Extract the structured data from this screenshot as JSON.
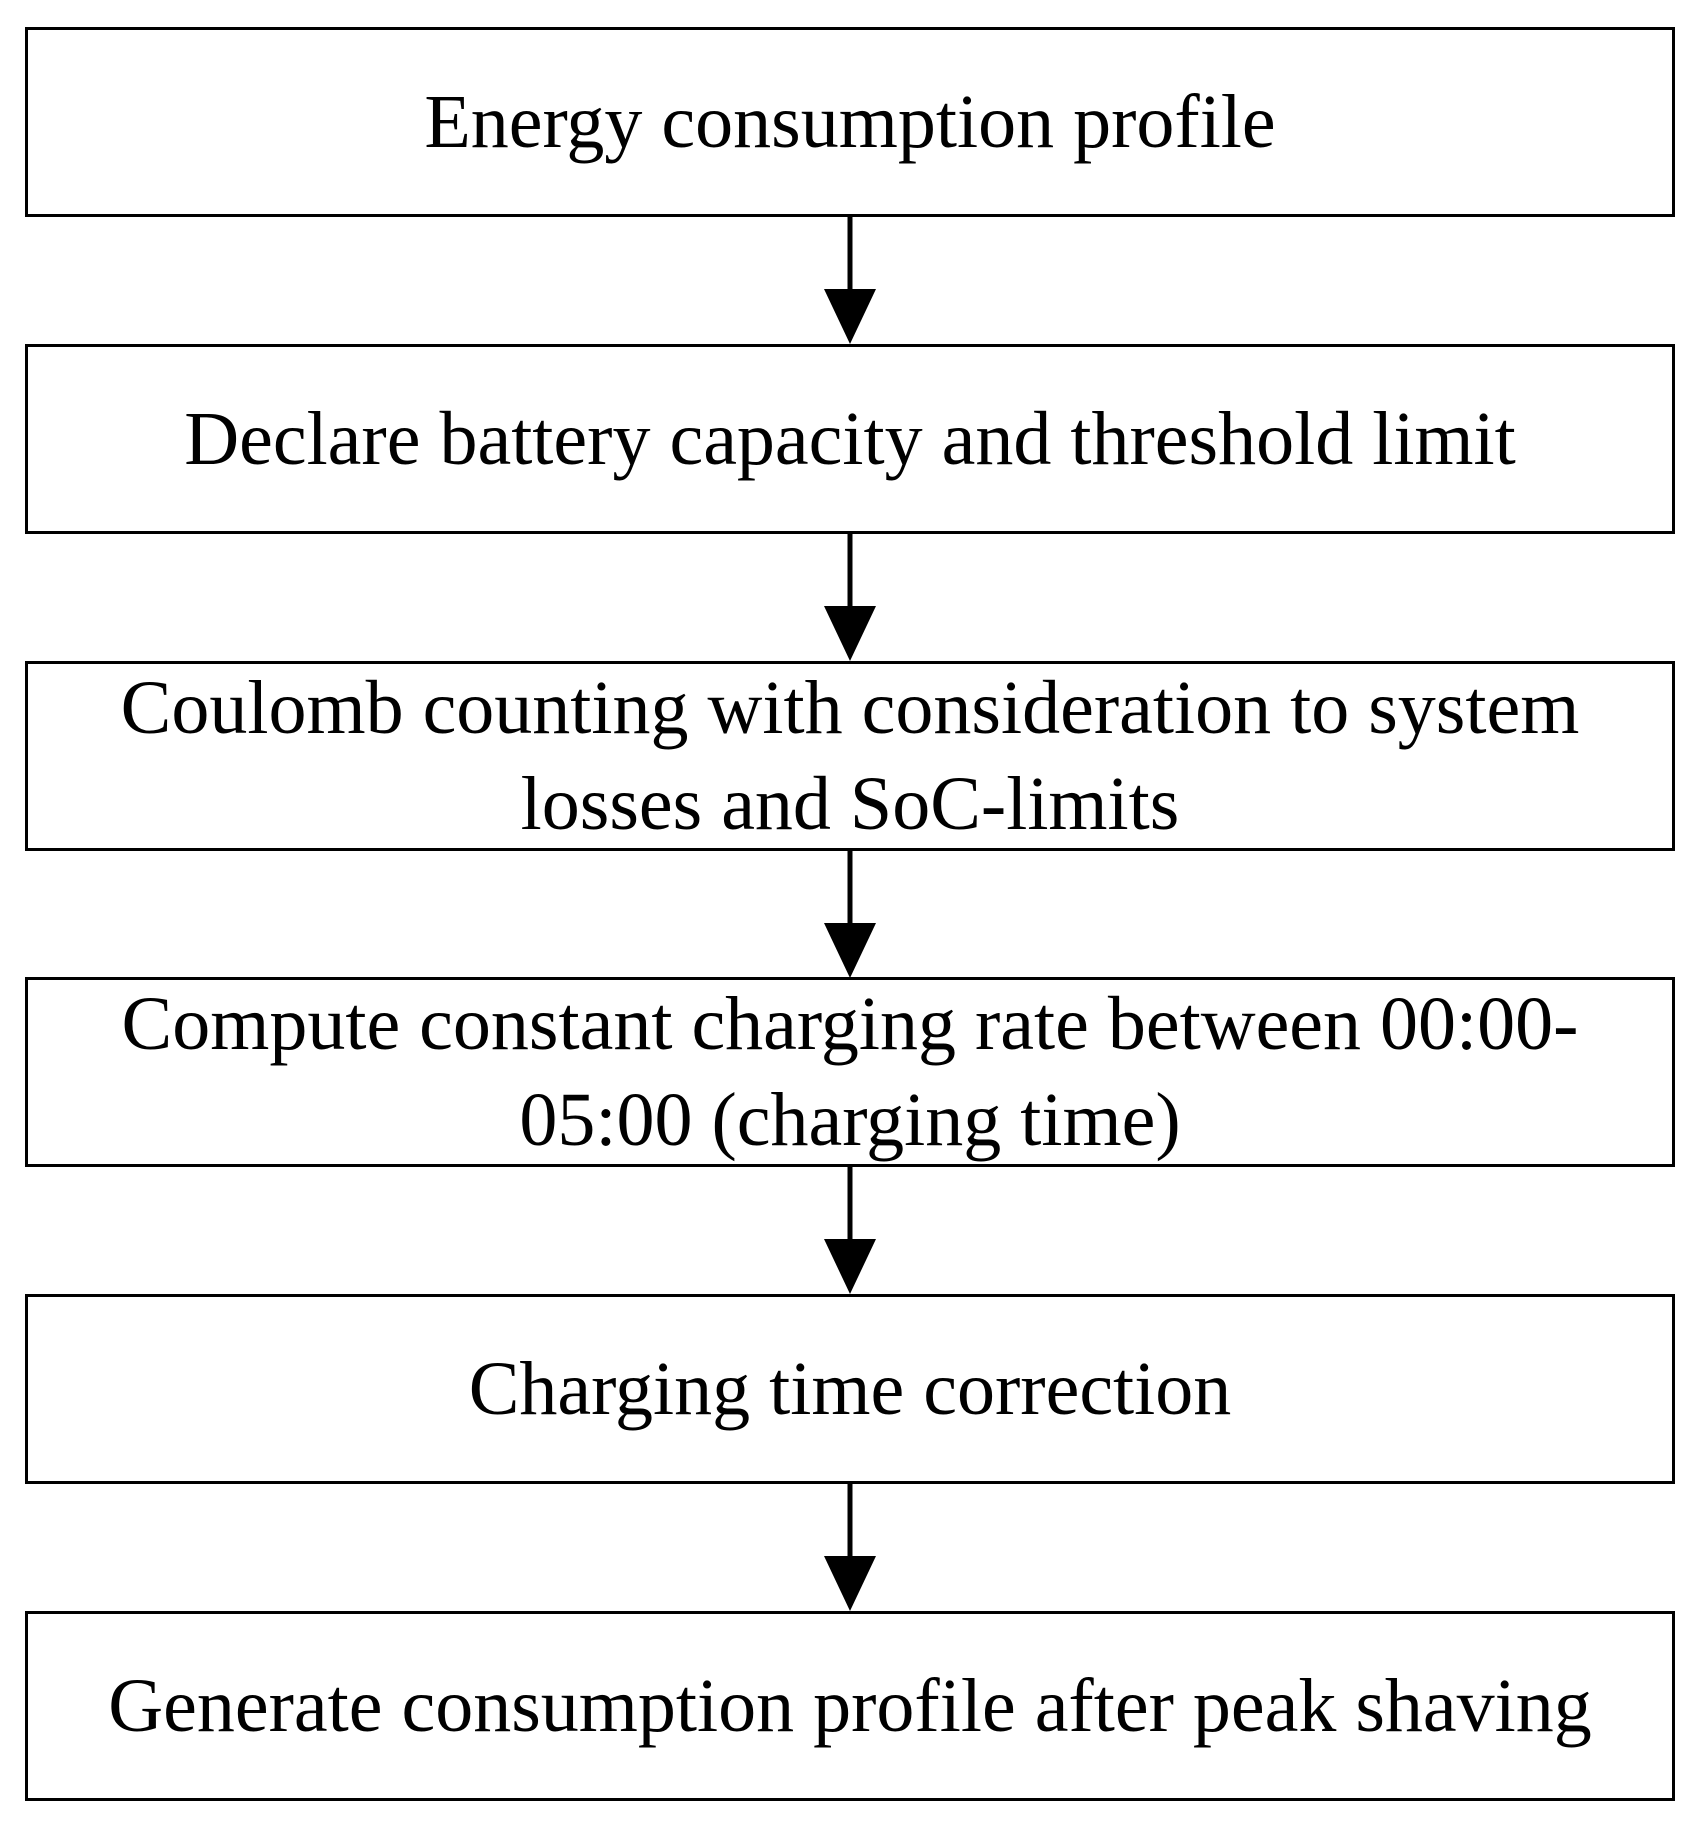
{
  "steps": [
    {
      "text": "Energy consumption profile"
    },
    {
      "text": "Declare battery capacity and threshold limit"
    },
    {
      "text": "Coulomb counting with consideration to system losses and SoC-limits"
    },
    {
      "text": "Compute constant charging rate between 00:00-05:00 (charging time)"
    },
    {
      "text": "Charging time correction"
    },
    {
      "text": "Generate consumption profile after peak shaving"
    }
  ],
  "colors": {
    "stroke": "#000000",
    "background": "#ffffff"
  }
}
